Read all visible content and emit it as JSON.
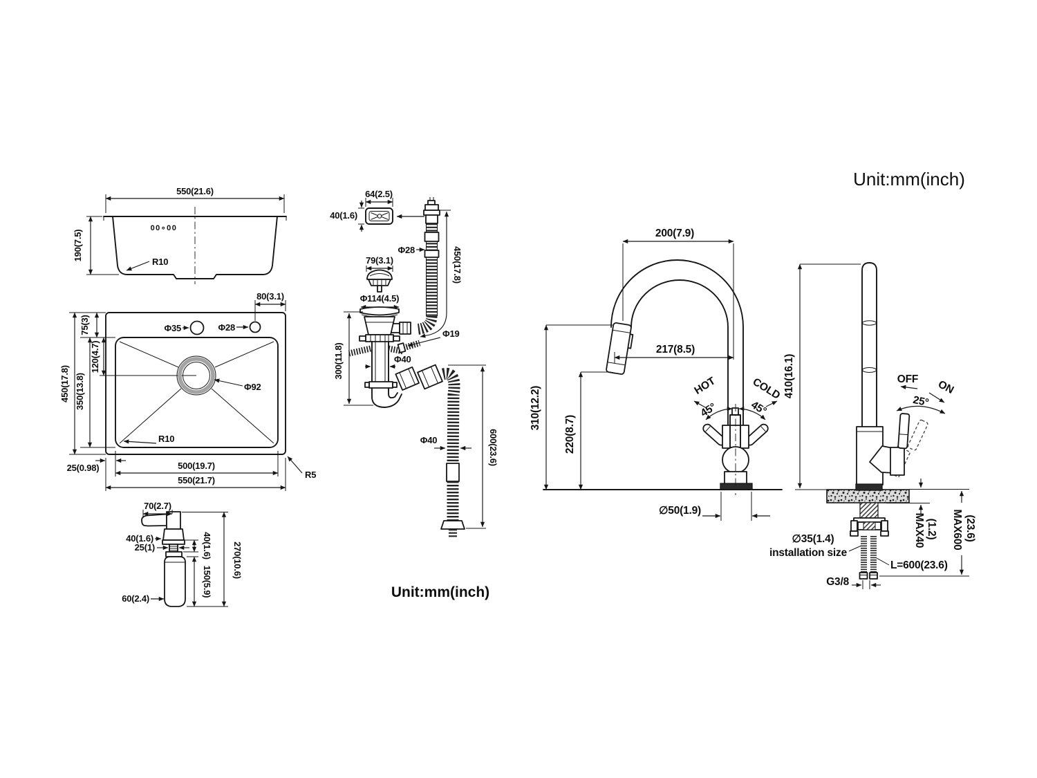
{
  "units": {
    "top_right": "Unit:mm(inch)",
    "bottom_center": "Unit:mm(inch)"
  },
  "sink_side_view": {
    "logo": "00∘00",
    "width": "550(21.6)",
    "depth": "190(7.5)",
    "corner_radius": "R10"
  },
  "sink_top_view": {
    "overall_depth": "450(17.8)",
    "bowl_depth": "350(13.8)",
    "drain_offset": "120(4.7)",
    "rim_top": "75(3)",
    "hole_spacing": "80(3.1)",
    "faucet_hole": "Φ35",
    "accessory_hole": "Φ28",
    "drain_diameter": "Φ92",
    "bowl_corner_radius": "R10",
    "rim_side": "25(0.98)",
    "bowl_width": "500(19.7)",
    "overall_width": "550(21.7)",
    "outer_corner_radius": "R5"
  },
  "soap_dispenser": {
    "spout_reach": "70(2.7)",
    "head_width": "40(1.6)",
    "thread_diameter": "25(1)",
    "thread_height": "40(1.6)",
    "bottle_height": "150(5.9)",
    "overall_height": "270(10.6)",
    "bottle_diameter": "60(2.4)"
  },
  "drain_kit": {
    "overflow_width": "64(2.5)",
    "overflow_height": "40(1.6)",
    "overflow_hose_diameter": "Φ28",
    "overflow_hose_length": "450(17.8)",
    "basket_diameter": "79(3.1)",
    "flange_diameter": "Φ114(4.5)",
    "barb_diameter": "Φ19",
    "pipe_diameter": "Φ40",
    "body_height": "300(11.8)",
    "outlet_diameter": "Φ40",
    "outlet_length": "600(23.6)"
  },
  "faucet_front_view": {
    "spout_reach": "200(7.9)",
    "spray_reach": "217(8.5)",
    "spout_height": "310(12.2)",
    "spray_height": "220(8.7)",
    "hot_label": "HOT",
    "hot_angle": "45°",
    "cold_label": "COLD",
    "cold_angle": "45°",
    "base_diameter": "∅50(1.9)"
  },
  "faucet_side_view": {
    "overall_height": "410(16.1)",
    "off_label": "OFF",
    "on_label": "ON",
    "handle_angle": "25°",
    "installation_diameter": "∅35(1.4)",
    "installation_caption": "installation size",
    "max_counter_thickness": "MAX40",
    "max_counter_thickness_inch": "(1.2)",
    "max_below_counter": "MAX600",
    "max_below_counter_inch": "(23.6)",
    "supply_hose_length": "L=600(23.6)",
    "thread_size": "G3/8"
  }
}
